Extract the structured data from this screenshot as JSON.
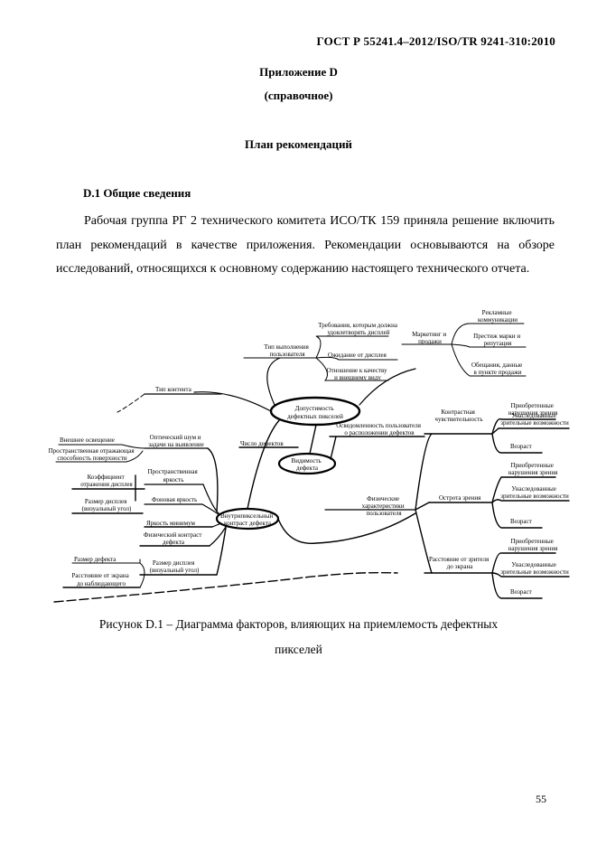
{
  "header": {
    "doc_id": "ГОСТ Р 55241.4–2012/ISO/TR 9241-310:2010"
  },
  "appendix": {
    "title": "Приложение D",
    "note": "(справочное)"
  },
  "plan_title": "План рекомендаций",
  "section": {
    "heading": "D.1 Общие сведения",
    "paragraph": "Рабочая группа РГ 2 технического комитета ИСО/ТК 159 приняла решение включить план рекомендаций в качестве приложения. Рекомендации основываются на обзоре исследований, относящихся к основному содержанию настоящего технического отчета."
  },
  "diagram": {
    "center": [
      "Допустимость",
      "дефектных пикселей"
    ],
    "visibility": [
      "Видимость",
      "дефекта"
    ],
    "intrinsic": [
      "Внутрипиксельный",
      "контраст дефекта"
    ],
    "user_type": [
      "Тип выполнения",
      "пользователя"
    ],
    "user_req": [
      "Требования, которым должна",
      "удовлетворять дисплей"
    ],
    "user_exp": "Ожидание от дисплея",
    "user_rel": [
      "Отношение к качеству",
      "и внешнему виду"
    ],
    "marketing": [
      "Маркетинг и",
      "продажи"
    ],
    "m_comm": [
      "Рекламные",
      "коммуникации"
    ],
    "m_brand": [
      "Престиж марки и",
      "репутация"
    ],
    "m_promise": [
      "Обещания, данные",
      "в пункте продажи"
    ],
    "content_type": "Тип контента",
    "defect_count": "Число дефектов",
    "user_location": [
      "Осведомленность пользователя",
      "о расположении дефектов"
    ],
    "optical_noise": [
      "Оптический шум и",
      "задачи на выявление"
    ],
    "amb_light": "Внешнее освещение",
    "surf_refl": [
      "Пространственная отражающая",
      "способность поверхности"
    ],
    "disp_refl": [
      "Коэффициент",
      "отражения дисплея"
    ],
    "disp_size": [
      "Размер дисплея",
      "(визуальный угол)"
    ],
    "spatial_bright": [
      "Пространственная",
      "яркость"
    ],
    "bg_bright": "Фоновая яркость",
    "min_bright": "Яркость минимум",
    "phys_contrast": [
      "Физический контраст",
      "дефекта"
    ],
    "defect_size_angle": [
      "Размер дисплея",
      "(визуальный угол)"
    ],
    "defect_size": "Размер дефекта",
    "view_dist": [
      "Расстояние от экрана",
      "до наблюдающего"
    ],
    "phys_chars": [
      "Физические",
      "характеристики",
      "пользователя"
    ],
    "contrast_sens": [
      "Контрастная",
      "чувствительность"
    ],
    "visual_acuity": "Острота зрения",
    "screen_dist": [
      "Расстояние от зрителя",
      "до экрана"
    ],
    "acquired": [
      "Приобретенные",
      "нарушения зрения"
    ],
    "inherited": [
      "Унаследованные",
      "зрительные возможности"
    ],
    "age": "Возраст"
  },
  "caption": {
    "line1": "Рисунок D.1 – Диаграмма факторов, влияющих на приемлемость дефектных",
    "line2": "пикселей"
  },
  "page_number": "55"
}
